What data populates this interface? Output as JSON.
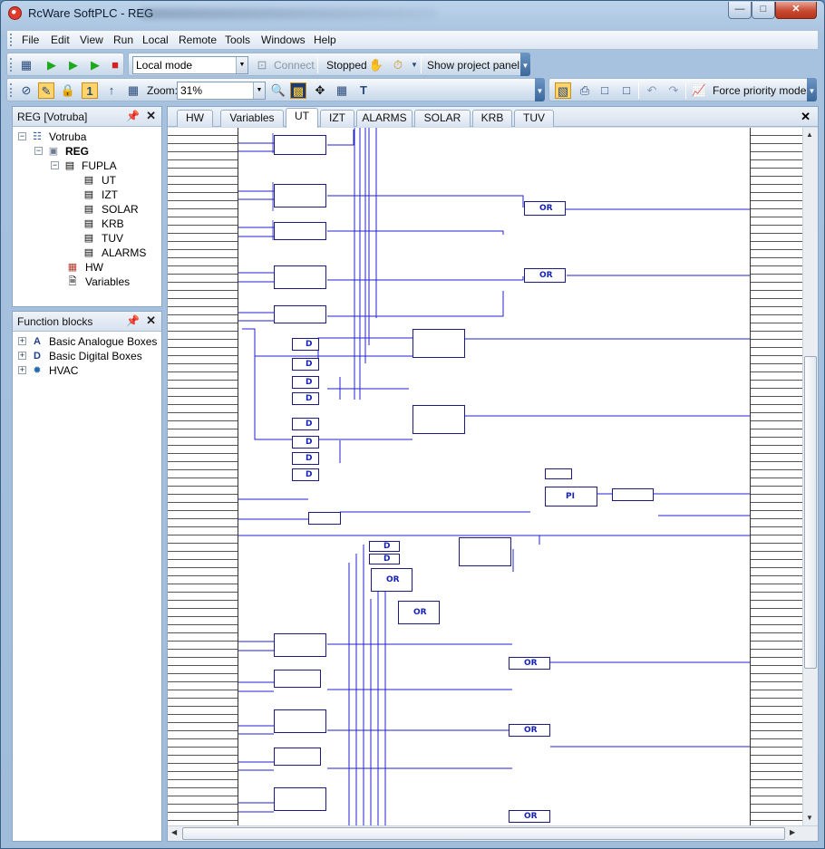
{
  "window": {
    "title": "RcWare SoftPLC - REG"
  },
  "menu": [
    "File",
    "Edit",
    "View",
    "Run",
    "Local",
    "Remote",
    "Tools",
    "Windows",
    "Help"
  ],
  "toolbar1": {
    "mode_value": "Local mode",
    "connect_label": "Connect",
    "status_label": "Stopped",
    "show_panel_label": "Show project panel"
  },
  "toolbar2": {
    "zoom_label": "Zoom:",
    "zoom_value": "31%",
    "level_value": "1",
    "force_label": "Force priority mode"
  },
  "project_panel": {
    "title": "REG [Votruba]",
    "tree": [
      {
        "label": "Votruba"
      },
      {
        "label": "REG"
      },
      {
        "label": "FUPLA"
      },
      {
        "label": "UT"
      },
      {
        "label": "IZT"
      },
      {
        "label": "SOLAR"
      },
      {
        "label": "KRB"
      },
      {
        "label": "TUV"
      },
      {
        "label": "ALARMS"
      },
      {
        "label": "HW"
      },
      {
        "label": "Variables"
      }
    ]
  },
  "function_panel": {
    "title": "Function blocks",
    "items": [
      {
        "label": "Basic Analogue Boxes",
        "icon": "A"
      },
      {
        "label": "Basic Digital Boxes",
        "icon": "D"
      },
      {
        "label": "HVAC",
        "icon": "hvac-icon"
      }
    ]
  },
  "tabs": [
    "HW",
    "Variables",
    "UT",
    "IZT",
    "ALARMS",
    "SOLAR",
    "KRB",
    "TUV"
  ],
  "active_tab": "UT",
  "diagram": {
    "or_label": "OR",
    "d_label": "D",
    "pi_label": "PI"
  }
}
